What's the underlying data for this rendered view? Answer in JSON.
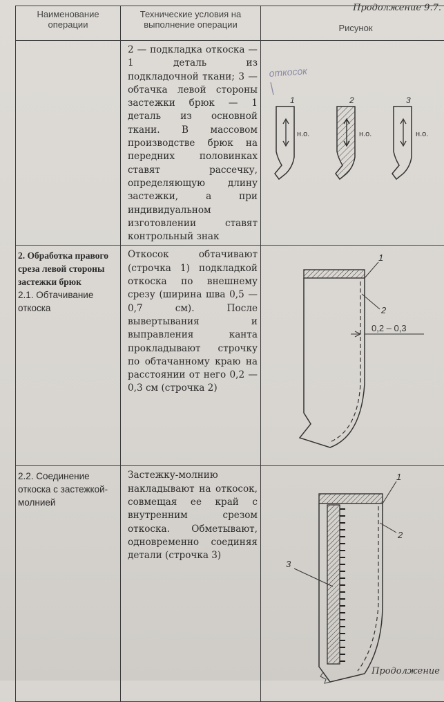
{
  "header": {
    "continuation": "Продолжение 9.7.",
    "columns": [
      "Наименование операции",
      "Технические условия на выполнение операции",
      "Рисунок"
    ]
  },
  "rows": [
    {
      "operation": "",
      "conditions": "2 — подкладка откоска — 1 деталь из подкладочной ткани; 3 — обтачка левой стороны застежки брюк — 1 деталь из основной ткани. В массовом производстве брюк на передних половинках ставят рассечку, определяющую длину застежки, а при индивидуальном изготовлении ставят контрольный знак",
      "figure": {
        "handwritten": "откосок",
        "labels": [
          "1",
          "2",
          "3"
        ],
        "grain_label": "н.о."
      }
    },
    {
      "operation_title": "2. Обработка правого среза левой стороны застежки брюк",
      "operation_sub": "2.1. Обтачивание откоска",
      "conditions": "Откосок обтачивают (строчка 1) подкладкой откоска по внешнему срезу (ширина шва 0,5 — 0,7 см). После вывертывания и выправления канта прокладывают строчку по обтачанному краю на расстоянии от него 0,2 — 0,3 см (строчка 2)",
      "figure": {
        "callout1": "1",
        "callout2": "2",
        "dimension": "0,2 – 0,3"
      }
    },
    {
      "operation": "2.2. Соединение откоска с застежкой-молнией",
      "conditions": "Застежку-молнию накладывают на откосок, совмещая ее край с внутренним срезом откоска. Обметывают, одновременно соединяя детали (строчка 3)",
      "figure": {
        "callout1": "1",
        "callout2": "2",
        "callout3": "3"
      }
    }
  ],
  "footer": {
    "label": "Продолжение"
  }
}
